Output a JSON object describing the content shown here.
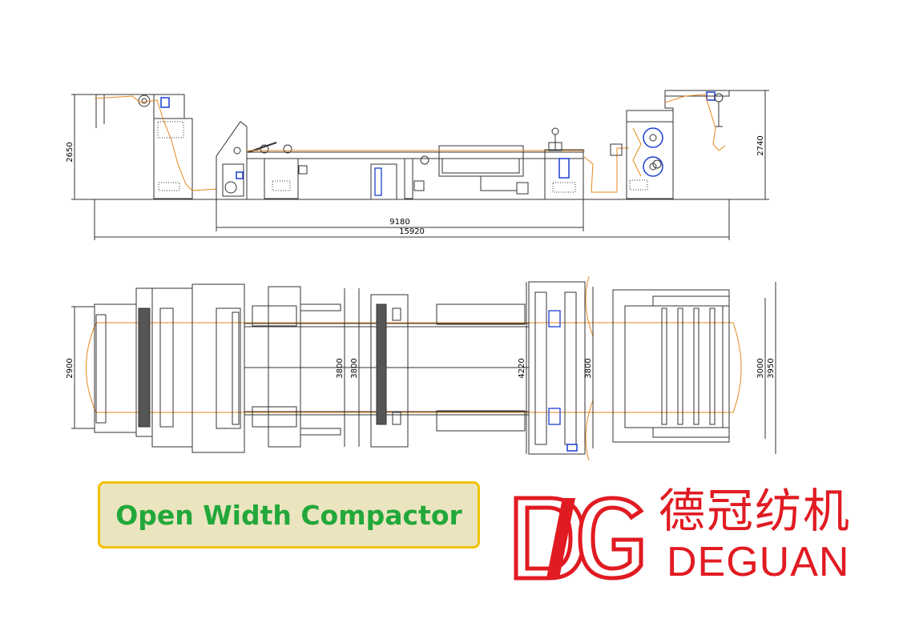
{
  "drawing": {
    "side_view": {
      "dim_height_left": "2650",
      "dim_height_right": "2740",
      "dim_length_inner": "9180",
      "dim_length_total": "15920"
    },
    "top_view": {
      "dim_width_left": "2900",
      "dim_width_a": "3800",
      "dim_width_b": "3800",
      "dim_width_c": "4220",
      "dim_width_d": "3800",
      "dim_width_e": "3000",
      "dim_width_right": "3950"
    }
  },
  "title": "Open Width Compactor",
  "brand": {
    "logo_letters": "DG",
    "name_cn": "德冠纺机",
    "name_en": "DEGUAN"
  },
  "colors": {
    "line": "#333333",
    "fabric_path": "#e8871e",
    "accent_blue": "#1b3fd1",
    "title_green": "#22a83a",
    "title_border": "#f2c200",
    "title_bg": "#eae4bf",
    "brand_red": "#e11b22"
  }
}
